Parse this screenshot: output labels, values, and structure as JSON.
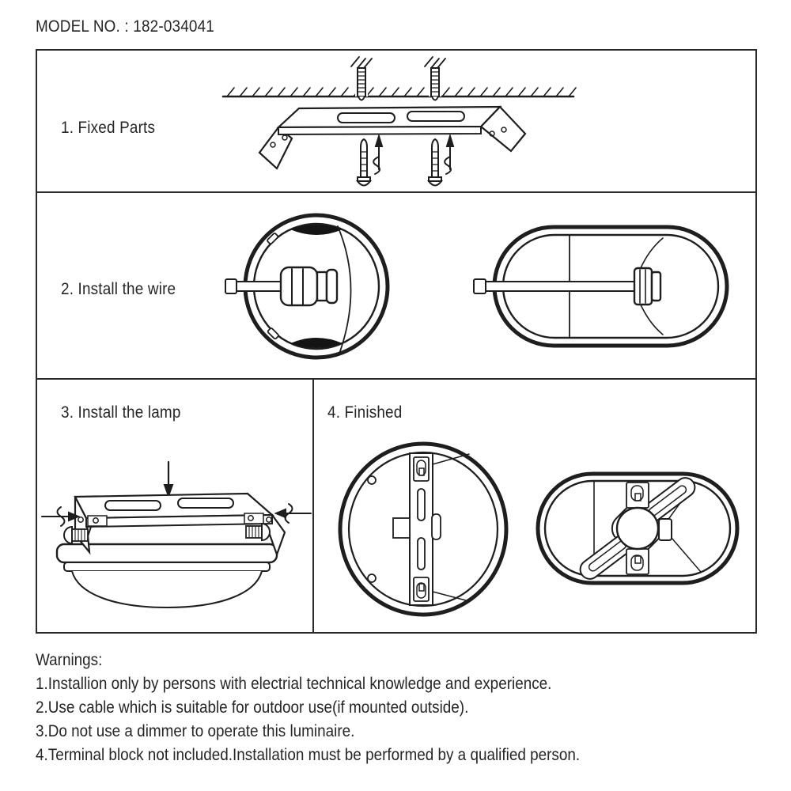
{
  "header": {
    "model_label": "MODEL NO. : 182-034041"
  },
  "steps": [
    {
      "label": "1. Fixed Parts"
    },
    {
      "label": "2. Install the wire"
    },
    {
      "label": "3. Install the lamp"
    },
    {
      "label": "4. Finished"
    }
  ],
  "warnings": {
    "title": "Warnings:",
    "items": [
      "1.Installion only by persons with electrial technical knowledge and experience.",
      "2.Use cable which is suitable for outdoor use(if mounted outside).",
      "3.Do not use a dimmer to operate this luminaire.",
      "4.Terminal block not included.Installation must be performed by a qualified person."
    ]
  },
  "colors": {
    "ink": "#1e1e1e",
    "paper": "#ffffff",
    "fill_black": "#141414"
  }
}
